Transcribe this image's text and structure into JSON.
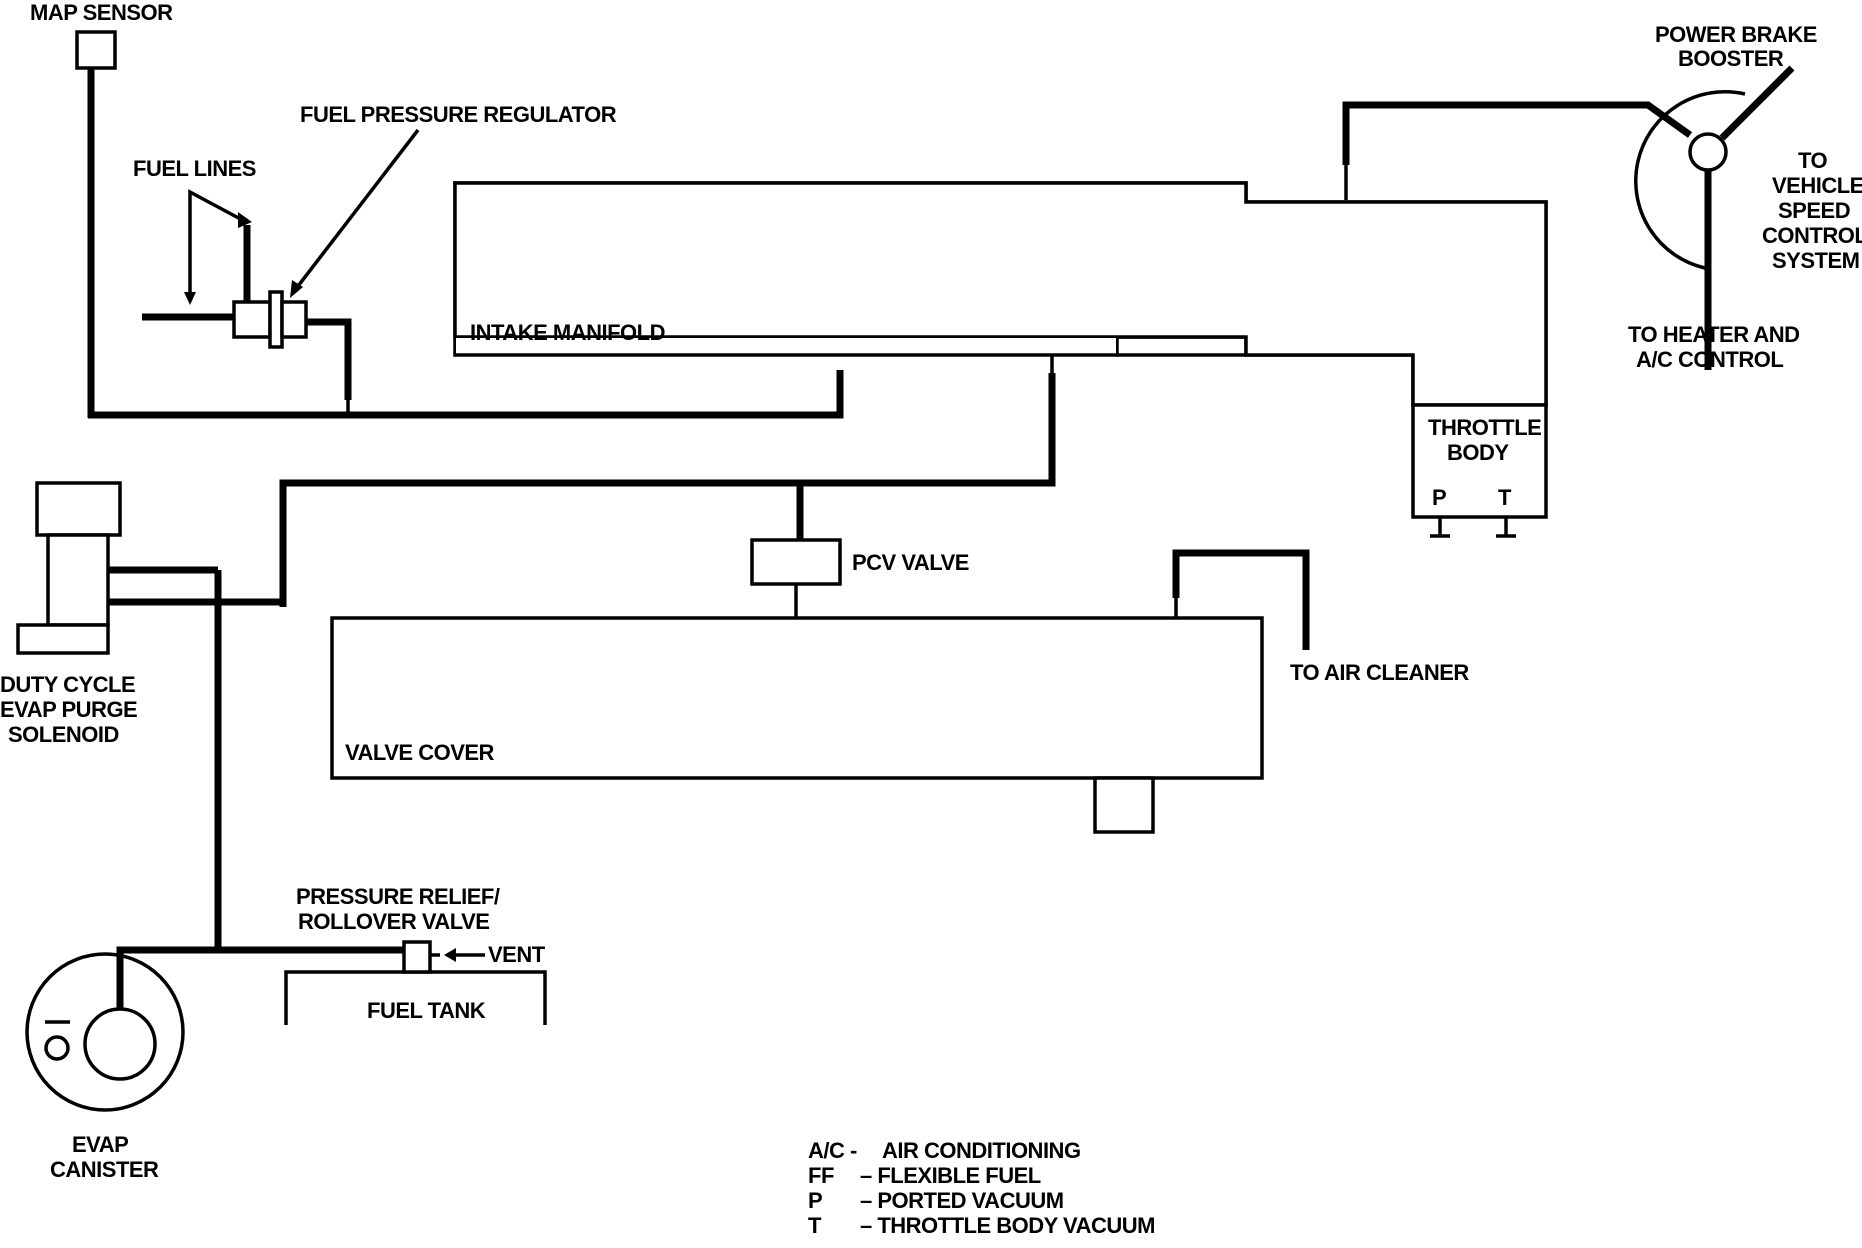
{
  "labels": {
    "map_sensor": "MAP SENSOR",
    "fuel_pressure_regulator": "FUEL PRESSURE REGULATOR",
    "fuel_lines": "FUEL LINES",
    "intake_manifold": "INTAKE MANIFOLD",
    "power_brake_booster": [
      "POWER BRAKE",
      "BOOSTER"
    ],
    "to_vehicle_speed_control": [
      "TO",
      "VEHICLE",
      "SPEED",
      "CONTROL",
      "SYSTEM"
    ],
    "to_heater_ac": [
      "TO HEATER AND",
      "A/C CONTROL"
    ],
    "throttle_body": [
      "THROTTLE",
      "BODY"
    ],
    "port_p": "P",
    "port_t": "T",
    "pcv_valve": "PCV VALVE",
    "duty_cycle_solenoid": [
      "DUTY CYCLE",
      "EVAP PURGE",
      "SOLENOID"
    ],
    "to_air_cleaner": "TO AIR CLEANER",
    "valve_cover": "VALVE COVER",
    "pressure_relief": [
      "PRESSURE RELIEF/",
      "ROLLOVER VALVE"
    ],
    "vent": "VENT",
    "fuel_tank": "FUEL TANK",
    "evap_canister": [
      "EVAP",
      "CANISTER"
    ]
  },
  "legend": [
    {
      "abbr": "A/C -",
      "desc": "AIR CONDITIONING"
    },
    {
      "abbr": "FF",
      "desc": "– FLEXIBLE FUEL"
    },
    {
      "abbr": "P",
      "desc": "– PORTED VACUUM"
    },
    {
      "abbr": "T",
      "desc": "– THROTTLE BODY VACUUM"
    }
  ]
}
